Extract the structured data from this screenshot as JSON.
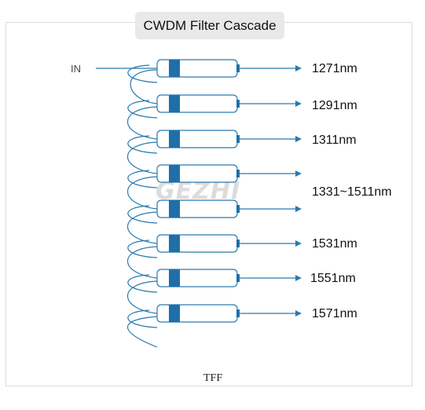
{
  "title": "CWDM Filter Cascade",
  "input_label": "IN",
  "footer_label": "TFF",
  "watermark": "GEZHI",
  "colors": {
    "line": "#2a7ab0",
    "filter_band": "#1f6fa8",
    "filter_outline": "#2a7ab0",
    "arrow": "#2a7ab0"
  },
  "outputs": [
    {
      "label": "1271nm"
    },
    {
      "label": "1291nm"
    },
    {
      "label": "1311nm"
    },
    {
      "label": ""
    },
    {
      "label": "1331~1511nm"
    },
    {
      "label": "1531nm"
    },
    {
      "label": "1551nm"
    },
    {
      "label": "1571nm"
    }
  ]
}
